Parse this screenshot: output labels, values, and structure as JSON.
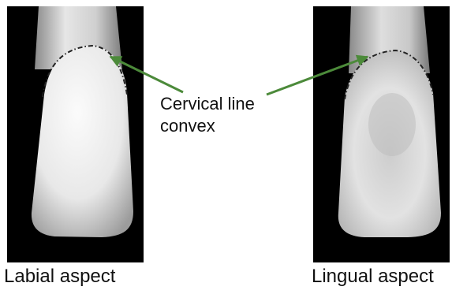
{
  "callout": {
    "line1": "Cervical line",
    "line2": "convex"
  },
  "captions": {
    "left": "Labial aspect",
    "right": "Lingual aspect"
  },
  "colors": {
    "arrow": "#4c8a3a",
    "background": "#000000",
    "cervical_line": "#222222"
  }
}
